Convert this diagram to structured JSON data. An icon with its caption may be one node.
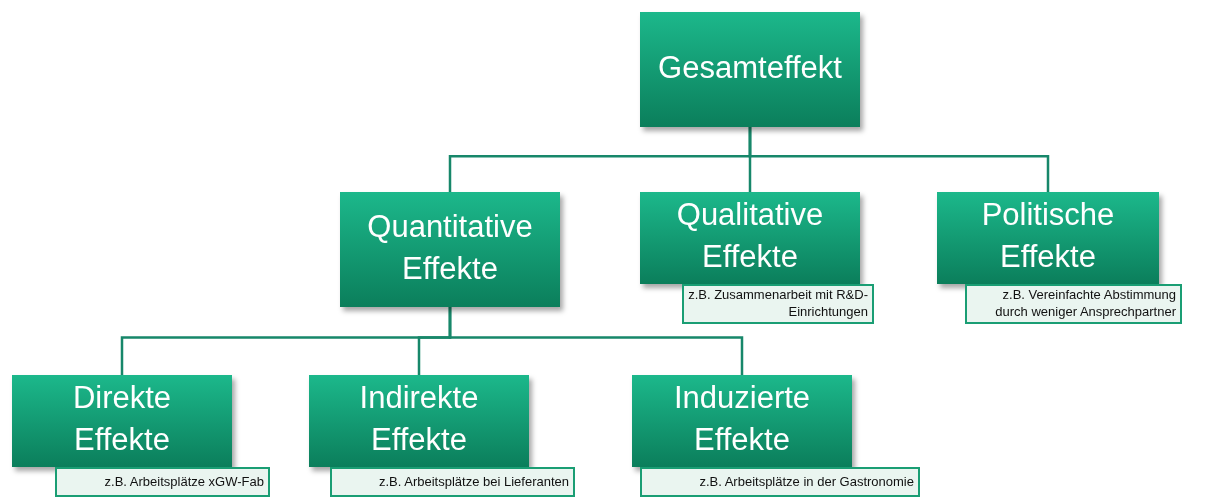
{
  "diagram": {
    "nodes": [
      {
        "text": [
          "Gesamteffekt"
        ]
      },
      {
        "text": [
          "Quantitative Effekte"
        ]
      },
      {
        "text": [
          "Qualitative Effekte"
        ]
      },
      {
        "text": [
          "z.B. Zusammenarbeit mit R&D-Einrichtungen"
        ]
      },
      {
        "text": [
          "Politische Effekte"
        ]
      },
      {
        "text": [
          "z.B. Vereinfachte Abstimmung durch weniger Ansprechpartner"
        ]
      },
      {
        "text": [
          "Direkte Effekte"
        ]
      },
      {
        "text": [
          "z.B. Arbeitsplätze xGW-Fab"
        ]
      },
      {
        "text": [
          "Indirekte Effekte"
        ]
      },
      {
        "text": [
          "z.B. Arbeitsplätze bei Lieferanten"
        ]
      },
      {
        "text": [
          "Induzierte Effekte"
        ]
      },
      {
        "text": [
          "z.B. Arbeitsplätze in der Gastronomie"
        ]
      }
    ],
    "edges": [
      {
        "from": 0,
        "to": 1,
        "arrow": "none"
      },
      {
        "from": 0,
        "to": 2,
        "arrow": "none"
      },
      {
        "from": 0,
        "to": 4,
        "arrow": "none"
      },
      {
        "from": 1,
        "to": 6,
        "arrow": "none"
      },
      {
        "from": 1,
        "to": 8,
        "arrow": "none"
      },
      {
        "from": 1,
        "to": 10,
        "arrow": "none"
      }
    ]
  }
}
